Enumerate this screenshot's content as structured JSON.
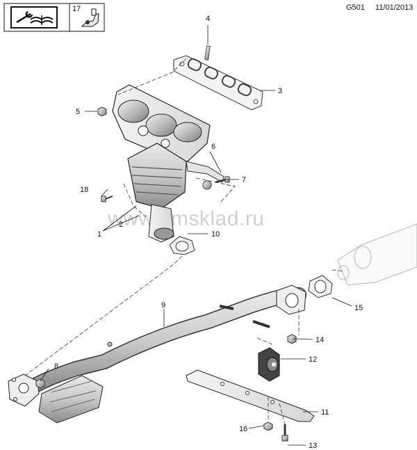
{
  "header": {
    "page_code": "G501",
    "date": "11/01/2013",
    "tool_box_number": "17"
  },
  "watermark": "www.gmsklad.ru",
  "callouts": [
    {
      "id": "c1",
      "label": "1"
    },
    {
      "id": "c2",
      "label": "2"
    },
    {
      "id": "c3",
      "label": "3"
    },
    {
      "id": "c4",
      "label": "4"
    },
    {
      "id": "c5",
      "label": "5"
    },
    {
      "id": "c6",
      "label": "6"
    },
    {
      "id": "c7",
      "label": "7"
    },
    {
      "id": "c8",
      "label": "8"
    },
    {
      "id": "c9",
      "label": "9"
    },
    {
      "id": "c10",
      "label": "10"
    },
    {
      "id": "c11",
      "label": "11"
    },
    {
      "id": "c12",
      "label": "12"
    },
    {
      "id": "c13",
      "label": "13"
    },
    {
      "id": "c14",
      "label": "14"
    },
    {
      "id": "c15",
      "label": "15"
    },
    {
      "id": "c16",
      "label": "16"
    },
    {
      "id": "c18",
      "label": "18"
    }
  ]
}
